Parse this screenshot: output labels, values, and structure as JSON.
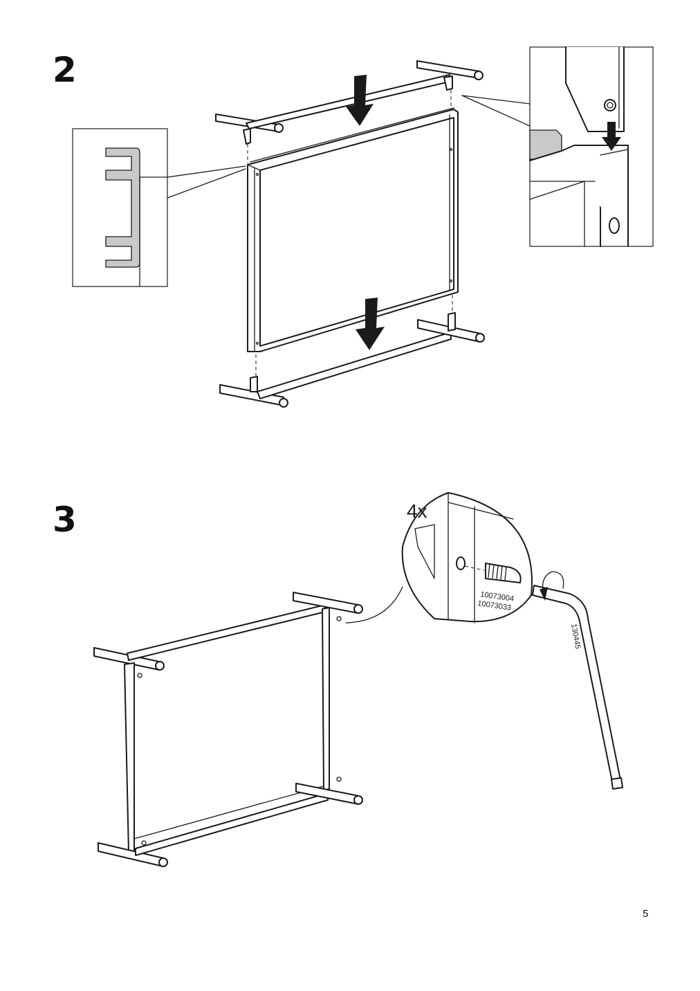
{
  "page": {
    "number": "5"
  },
  "steps": [
    {
      "number": "2"
    },
    {
      "number": "3",
      "quantity": "4x",
      "screw_ids": [
        "10073004",
        "10073033"
      ],
      "hex_key_id": "130445"
    }
  ]
}
